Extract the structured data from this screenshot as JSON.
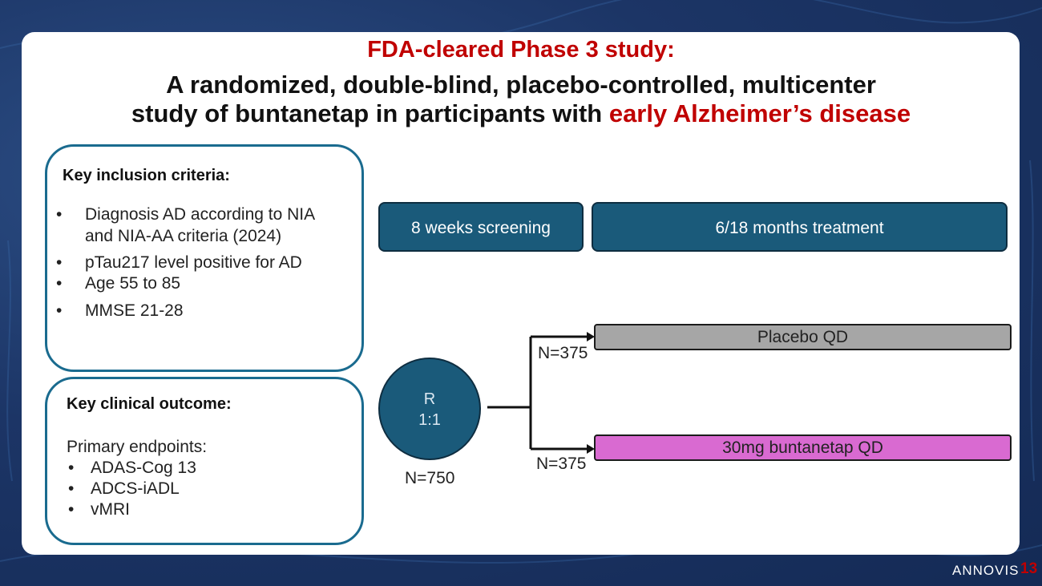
{
  "title": {
    "line1": "FDA-cleared Phase 3 study:",
    "line2": "A randomized, double-blind, placebo-controlled, multicenter",
    "line3_plain": "study of buntanetap in participants with ",
    "line3_highlight": "early Alzheimer’s disease"
  },
  "inclusion": {
    "heading": "Key inclusion criteria:",
    "bullet": "•",
    "items": [
      {
        "line1": "Diagnosis AD according to NIA",
        "line2": "and NIA-AA criteria (2024)"
      },
      {
        "line1": "pTau217 level positive for AD"
      },
      {
        "line1": "Age 55 to 85"
      },
      {
        "line1": "MMSE 21-28"
      }
    ]
  },
  "outcome": {
    "heading": "Key clinical outcome:",
    "subheading": "Primary endpoints:",
    "bullet": "•",
    "items": [
      "ADAS-Cog 13",
      "ADCS-iADL",
      "vMRI"
    ]
  },
  "phases": {
    "screening": "8 weeks screening",
    "treatment": "6/18 months treatment"
  },
  "randomization": {
    "line1": "R",
    "line2": "1:1",
    "total": "N=750"
  },
  "arms": [
    {
      "label": "Placebo QD",
      "n": "N=375",
      "color": "#a6a6a6"
    },
    {
      "label": "30mg buntanetap QD",
      "n": "N=375",
      "color": "#d96ad1"
    }
  ],
  "footer": {
    "brand": "ANNOVIS",
    "page": "13"
  },
  "colors": {
    "accent_red": "#c00000",
    "teal": "#1a5a7a",
    "box_border": "#1a6b8f"
  }
}
